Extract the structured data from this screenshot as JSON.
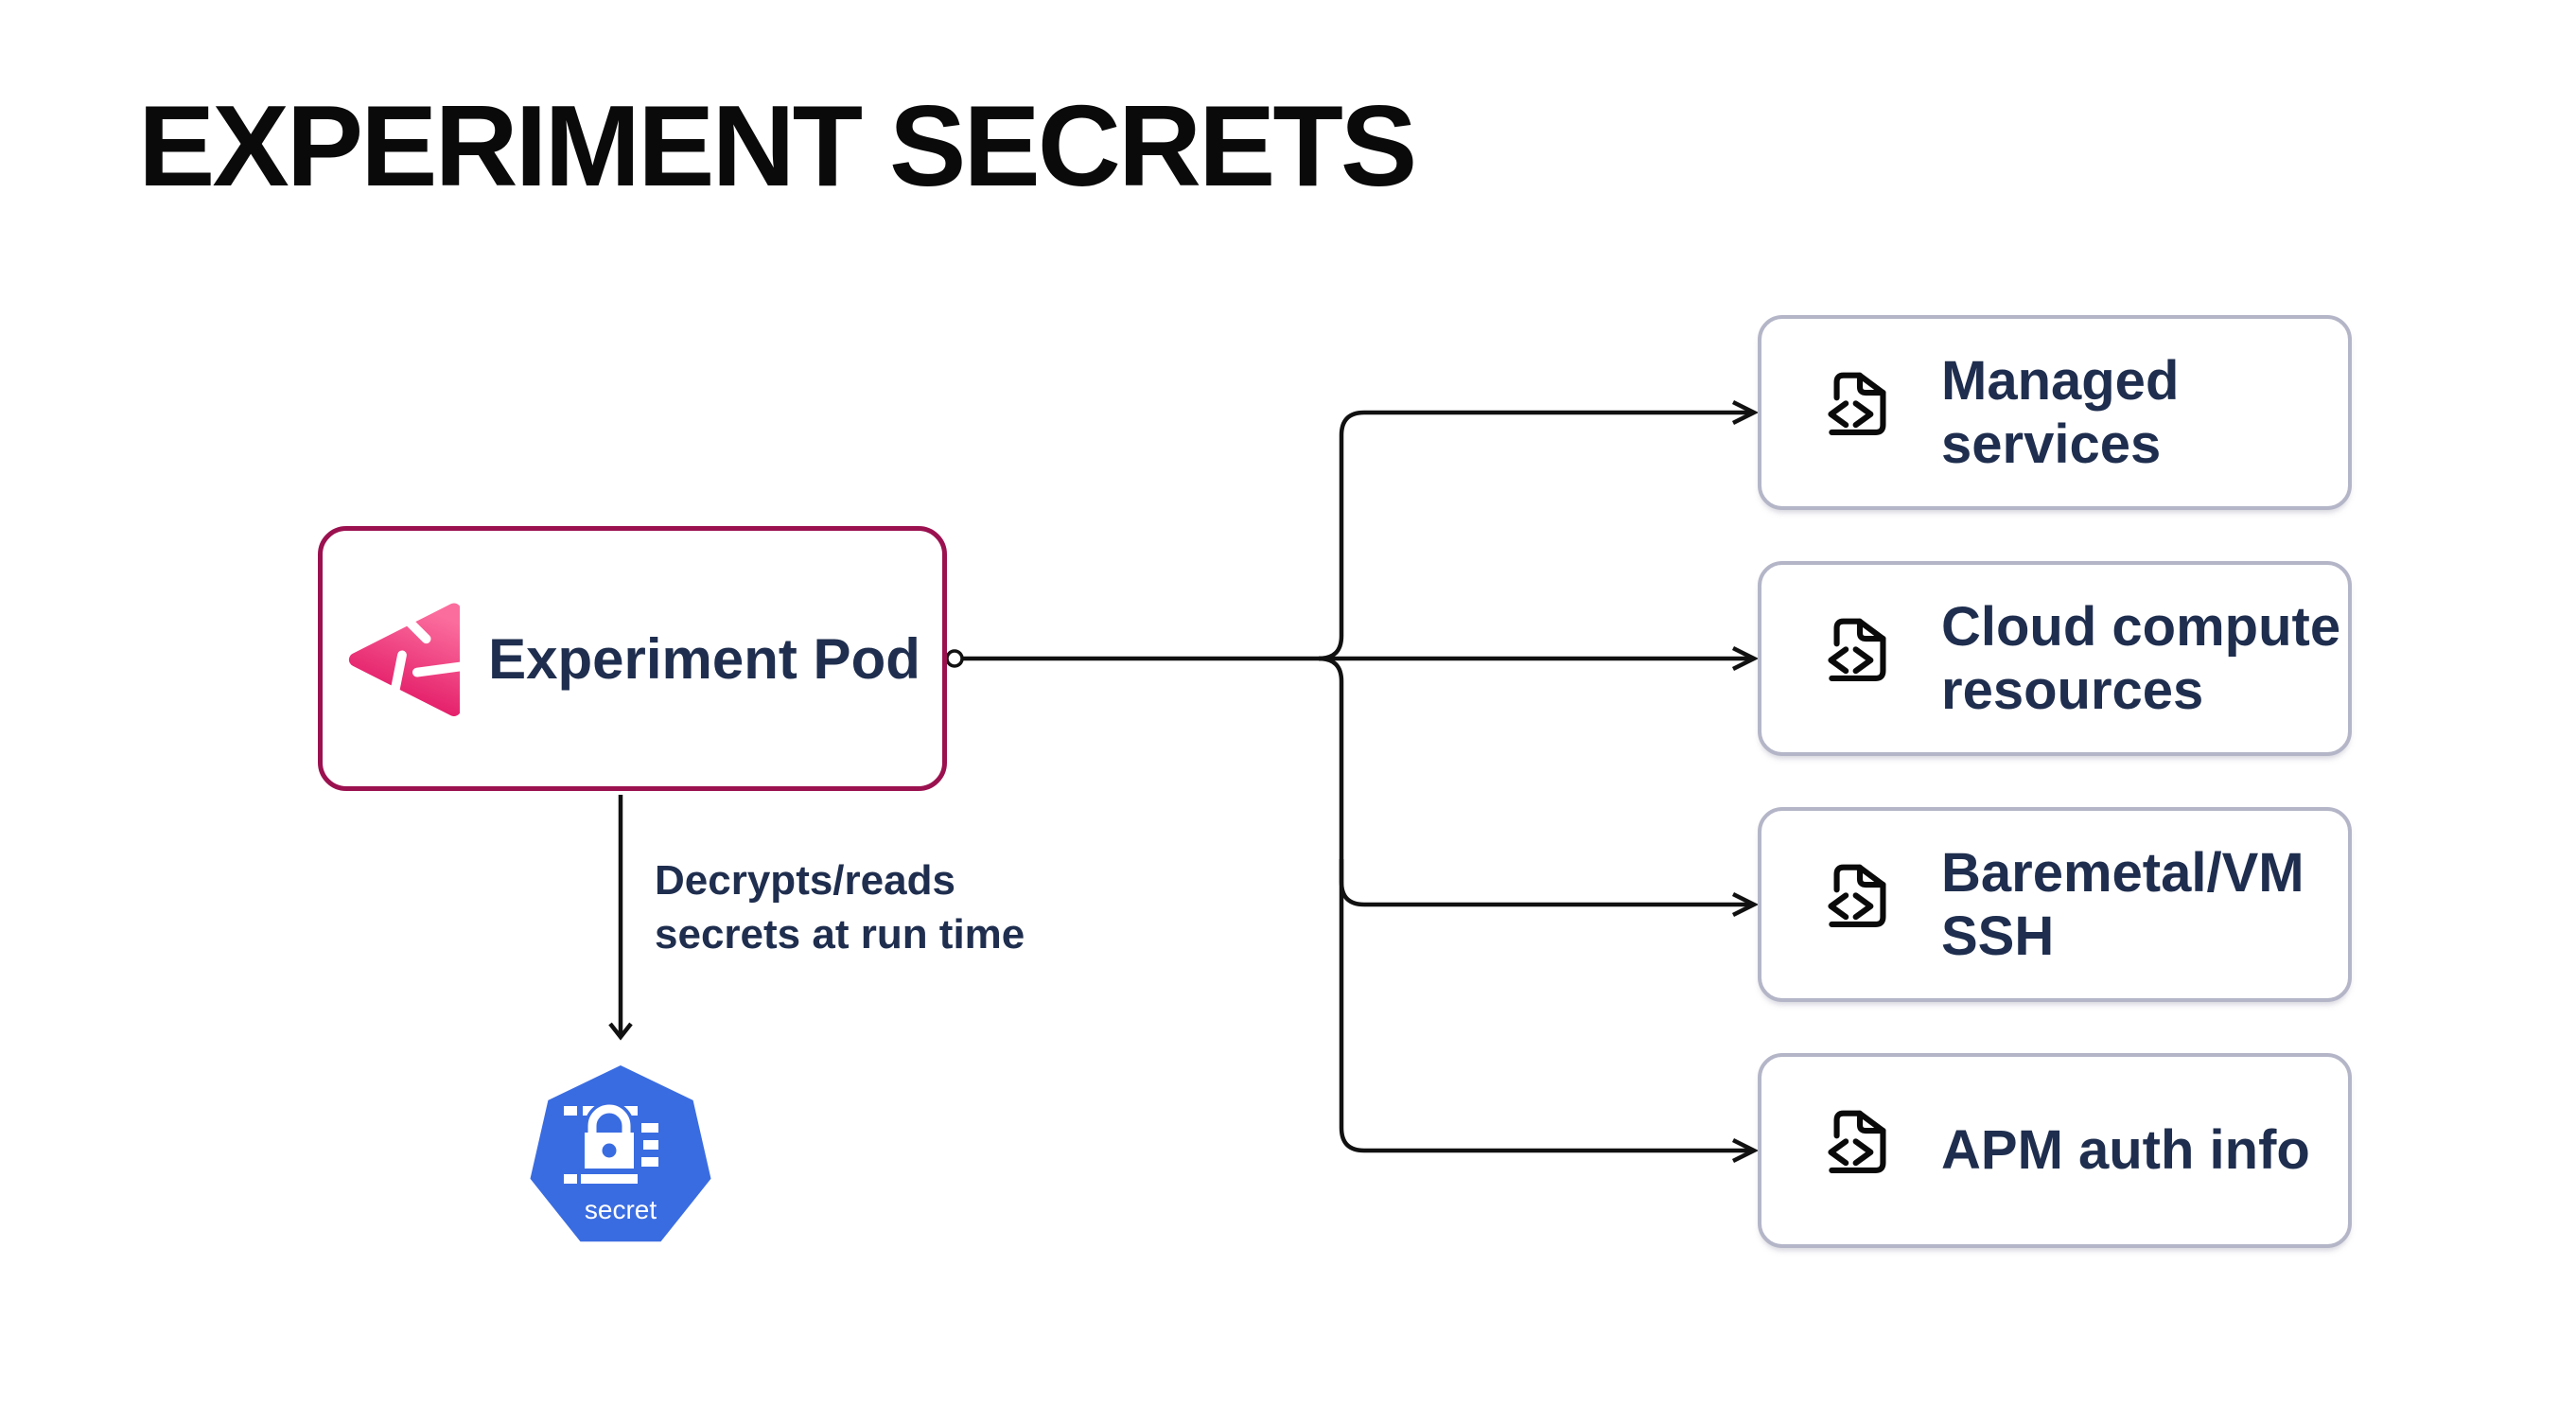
{
  "title": "EXPERIMENT SECRETS",
  "pod": {
    "label": "Experiment Pod"
  },
  "edge_label": {
    "line1": "Decrypts/reads",
    "line2": "secrets at run time"
  },
  "secret_node": {
    "label": "secret"
  },
  "targets": [
    {
      "full": "Managed services",
      "line1": "Managed",
      "line2": "services"
    },
    {
      "full": "Cloud compute resources",
      "line1": "Cloud compute",
      "line2": "resources"
    },
    {
      "full": "Baremetal/VM SSH",
      "line1": "Baremetal/VM",
      "line2": "SSH"
    },
    {
      "full": "APM auth info",
      "line1": "APM auth info",
      "line2": ""
    }
  ],
  "icons": {
    "pod": "litmus-experiment-icon",
    "target": "file-code-icon",
    "secret": "kubernetes-secret-icon"
  },
  "colors": {
    "background": "#ffffff",
    "title_text": "#0a0a0a",
    "label_text": "#1f2e4e",
    "pod_border": "#9b1150",
    "target_border": "#b4b6c8",
    "connector": "#111111",
    "kubernetes_blue": "#3a6ce1",
    "pod_icon_pink_light": "#fb6d9d",
    "pod_icon_pink_dark": "#e01161"
  }
}
